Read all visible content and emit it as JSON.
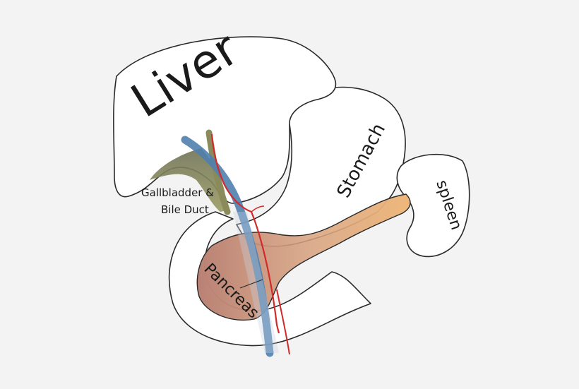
{
  "labels": {
    "liver": "Liver",
    "stomach": "Stomach",
    "spleen": "spleen",
    "pancreas": "Pancreas",
    "gallbladder_line1": "Gallbladder &",
    "gallbladder_line2": "Bile Duct"
  },
  "colors": {
    "background": "#f3f3f3",
    "organ_fill": "#ffffff",
    "outline": "#2a2a2a",
    "gallbladder": "#8a8a5a",
    "blood_vessel": "#4f7fae",
    "artery": "#d22a2a",
    "pancreas_head": "#b98174",
    "pancreas_tail": "#efb77a"
  }
}
